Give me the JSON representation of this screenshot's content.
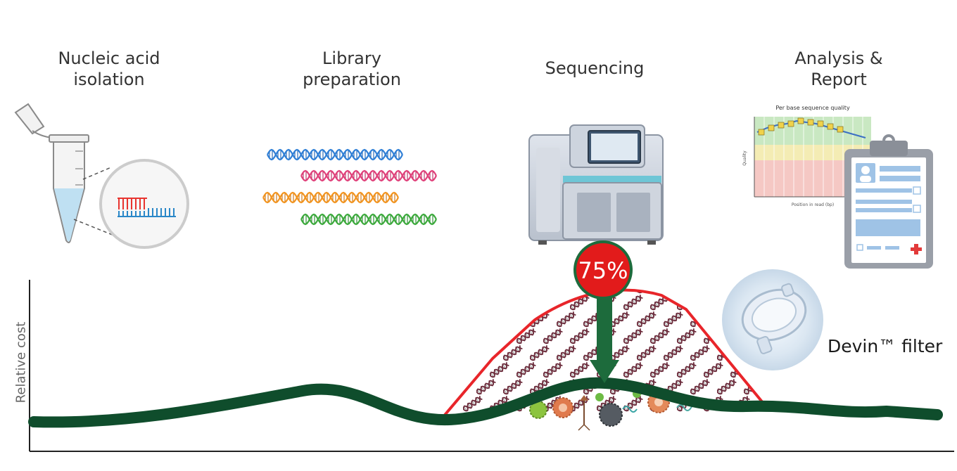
{
  "stages": [
    {
      "title": "Nucleic acid\nisolation"
    },
    {
      "title": "Library\npreparation"
    },
    {
      "title": "Sequencing"
    },
    {
      "title": "Analysis &\nReport"
    }
  ],
  "qc_chart": {
    "title": "Per base sequence quality",
    "ylabel": "Quality",
    "xlabel": "Position in read (bp)"
  },
  "badge": {
    "text": "75%"
  },
  "filter": {
    "label": "Devin™ filter"
  },
  "axis": {
    "ylabel": "Relative cost"
  },
  "colors": {
    "cost_curve": "#0f4d2c",
    "peak_outline": "#e8252a",
    "arrow": "#1d6b3c",
    "badge_fill": "#e21b1b"
  }
}
